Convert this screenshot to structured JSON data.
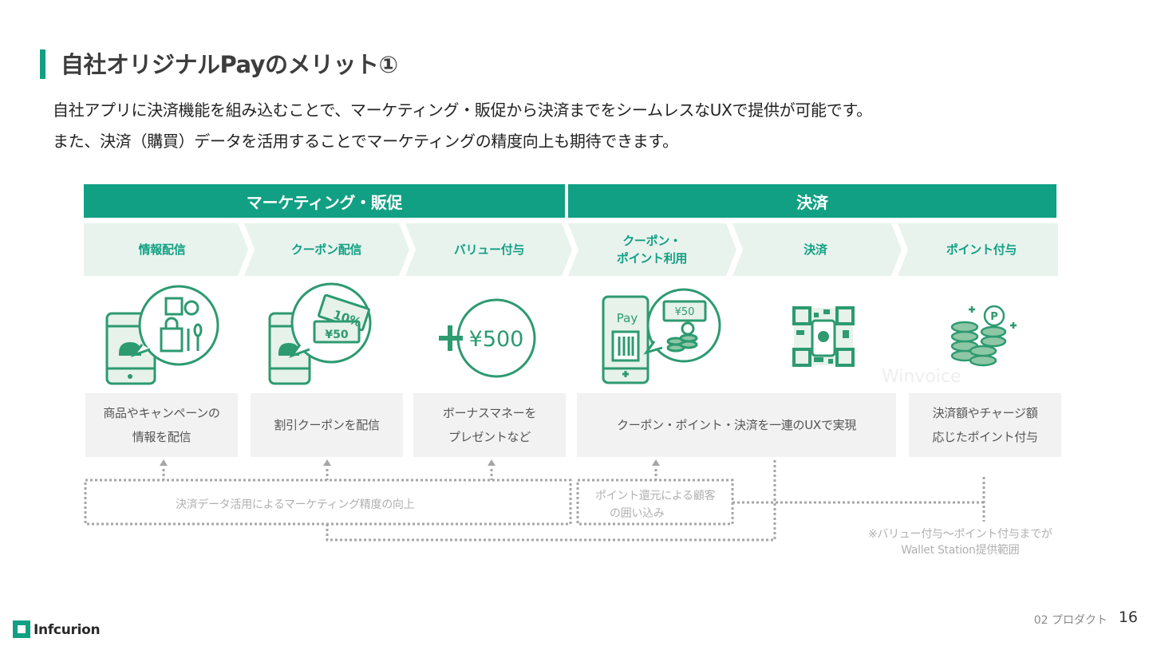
{
  "title": "自社オリジナルPayのメリット①",
  "lead": [
    "自社アプリに決済機能を組み込むことで、マーケティング・販促から決済までをシームレスなUXで提供が可能です。",
    "また、決済（購買）データを活用することでマーケティングの精度向上も期待できます。"
  ],
  "headers": {
    "marketing": "マーケティング・販促",
    "payment": "決済"
  },
  "steps": [
    "情報配信",
    "クーポン配信",
    "バリュー付与",
    "クーポン・ポイント利用",
    "決済",
    "ポイント付与"
  ],
  "step4_lines": [
    "クーポン・",
    "ポイント利用"
  ],
  "icons": {
    "pay": "Pay",
    "value": "¥500",
    "coupon_percent": "10%",
    "coupon_yen": "¥50",
    "coin": "P"
  },
  "boxes": [
    [
      "商品やキャンペーンの",
      "情報を配信"
    ],
    [
      "割引クーポンを配信"
    ],
    [
      "ボーナスマネーを",
      "プレゼントなど"
    ],
    [
      "クーポン・ポイント・決済を一連のUXで実現"
    ],
    [
      "決済額やチャージ額",
      "応じたポイント付与"
    ]
  ],
  "notes": {
    "marketing_data": "決済データ活用によるマーケティング精度の向上",
    "retention": [
      "ポイント還元による顧客",
      "の囲い込み"
    ],
    "scope": [
      "※バリュー付与～ポイント付与までが",
      "Wallet Station提供範囲"
    ]
  },
  "watermark": "Winvoice",
  "footer": {
    "section": "02 プロダクト",
    "page": "16",
    "logo": "Infcurion"
  },
  "colors": {
    "accent": "#11a083",
    "step_bg": "#e9f3ee",
    "box_bg": "#f2f2f2"
  }
}
